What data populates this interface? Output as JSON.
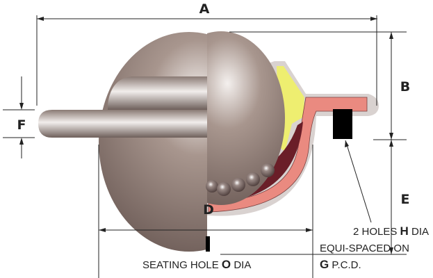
{
  "dimensions": {
    "a": "A",
    "b": "B",
    "d": "D",
    "e": "E",
    "f": "F"
  },
  "notes": {
    "seating": {
      "pre": "SEATING HOLE ",
      "key": "O",
      "post": " DIA"
    },
    "holes_line1": {
      "pre": "2 HOLES ",
      "key": "H",
      "post": " DIA"
    },
    "holes_line2": "EQUI-SPACED ON",
    "holes_line3": {
      "key": "G",
      "post": " P.C.D."
    }
  },
  "colors": {
    "ball": "#8f7f78",
    "housing": "#ea8a80",
    "seal": "#eeee70",
    "shell": "#d9d2d0",
    "hole": "#000000"
  }
}
